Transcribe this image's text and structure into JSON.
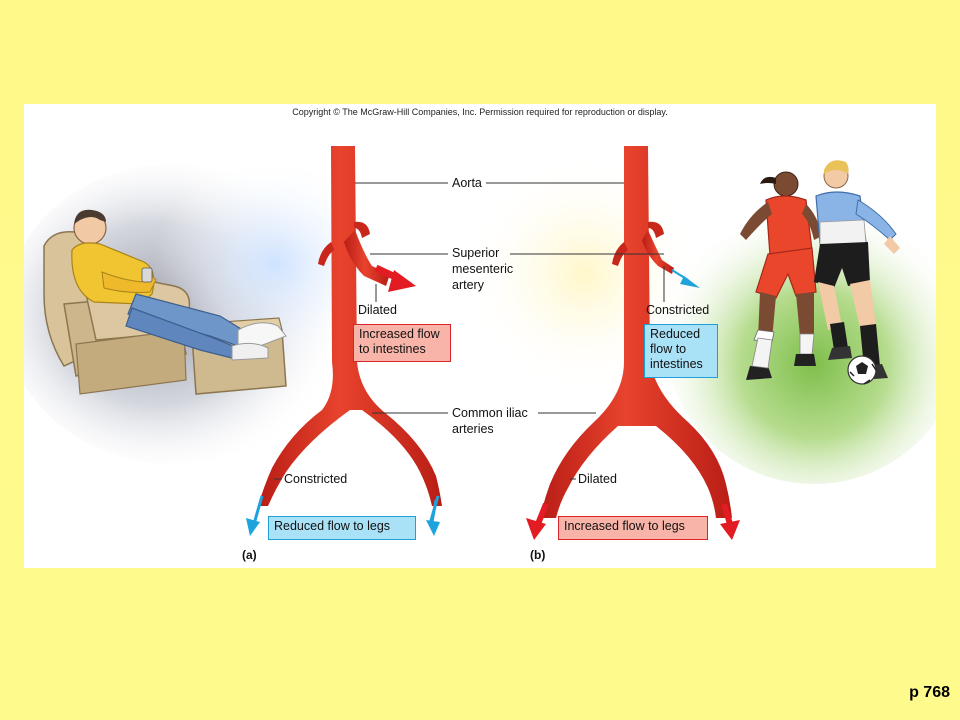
{
  "copyright": "Copyright © The McGraw-Hill Companies, Inc. Permission required for reproduction or display.",
  "labels": {
    "aorta": "Aorta",
    "superior_mesenteric_artery": [
      "Superior",
      "mesenteric",
      "artery"
    ],
    "common_iliac_arteries": [
      "Common iliac",
      "arteries"
    ]
  },
  "panel_a": {
    "letter": "(a)",
    "mesenteric_state": "Dilated",
    "intestine_flow": [
      "Increased flow",
      "to intestines"
    ],
    "leg_state": "Constricted",
    "leg_flow": "Reduced flow to legs"
  },
  "panel_b": {
    "letter": "(b)",
    "mesenteric_state": "Constricted",
    "intestine_flow": [
      "Reduced",
      "flow to",
      "intestines"
    ],
    "leg_state": "Dilated",
    "leg_flow": "Increased flow to legs"
  },
  "page_ref": "p 768",
  "colors": {
    "slide_bg": "#fffa8c",
    "artery": "#d92a1e",
    "increased_flow_box": "#f8b4a8",
    "reduced_flow_box": "#a9e1f7",
    "red_arrow": "#e31b23",
    "blue_arrow": "#1fa3dc"
  },
  "illustrations": [
    "resting-man-in-armchair",
    "soccer-players"
  ]
}
